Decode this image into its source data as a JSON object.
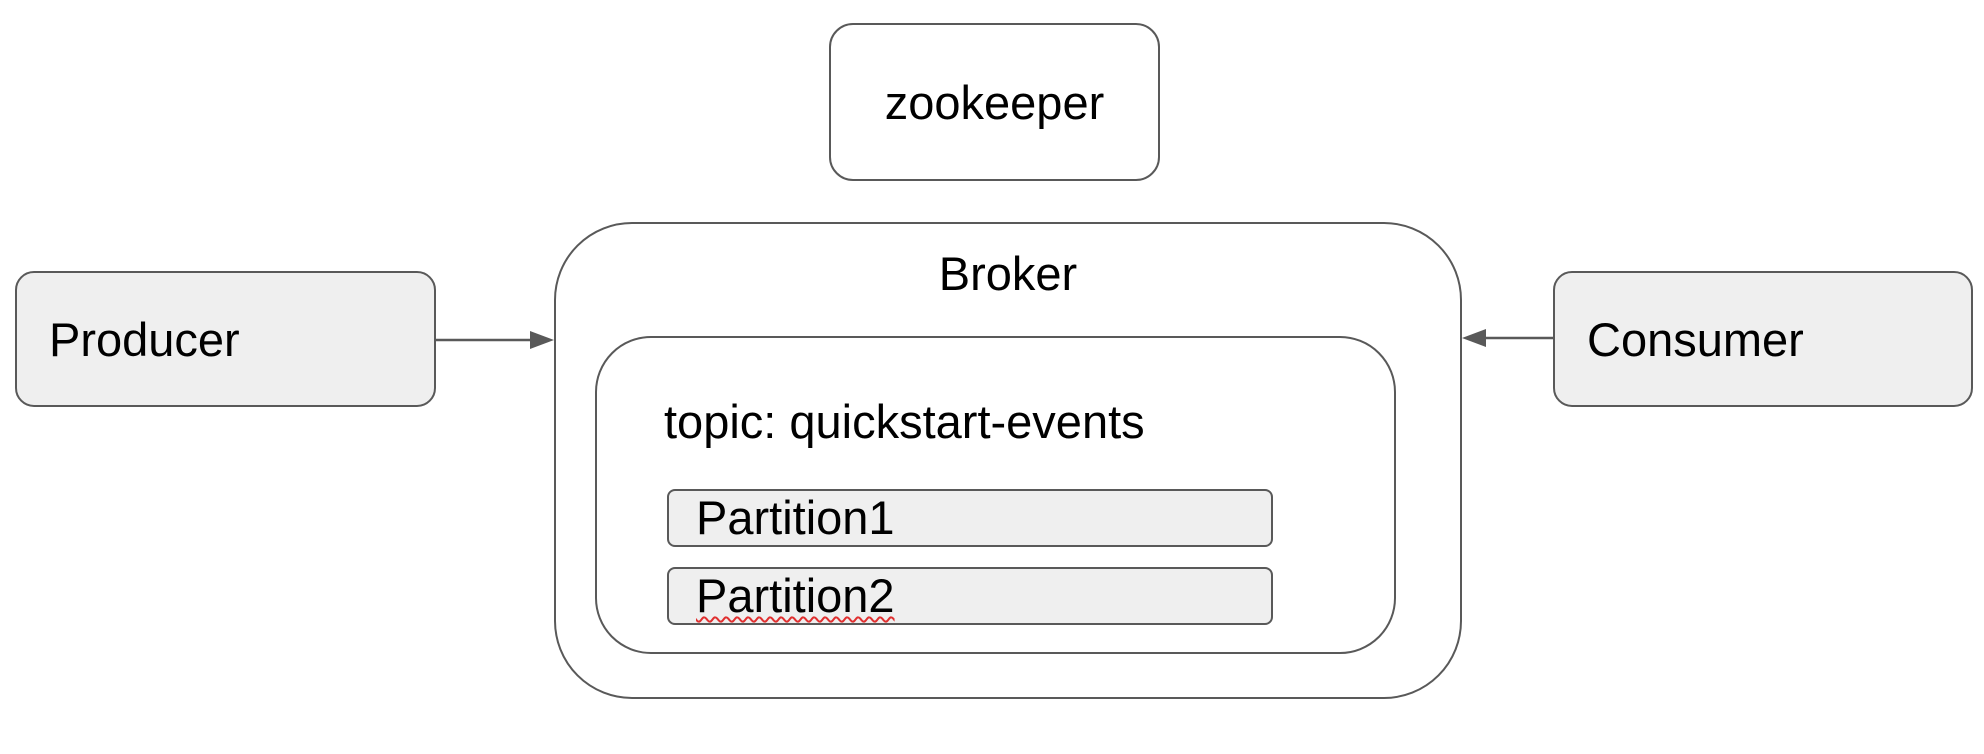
{
  "nodes": {
    "zookeeper": "zookeeper",
    "producer": "Producer",
    "consumer": "Consumer",
    "broker": "Broker",
    "topic": "topic: quickstart-events",
    "partitions": [
      "Partition1",
      "Partition2"
    ]
  },
  "edges": [
    {
      "from": "Producer",
      "to": "Broker"
    },
    {
      "from": "Consumer",
      "to": "Broker"
    }
  ],
  "colors": {
    "border": "#595959",
    "filled_box": "#efefef",
    "spellcheck_underline": "#e03030"
  }
}
